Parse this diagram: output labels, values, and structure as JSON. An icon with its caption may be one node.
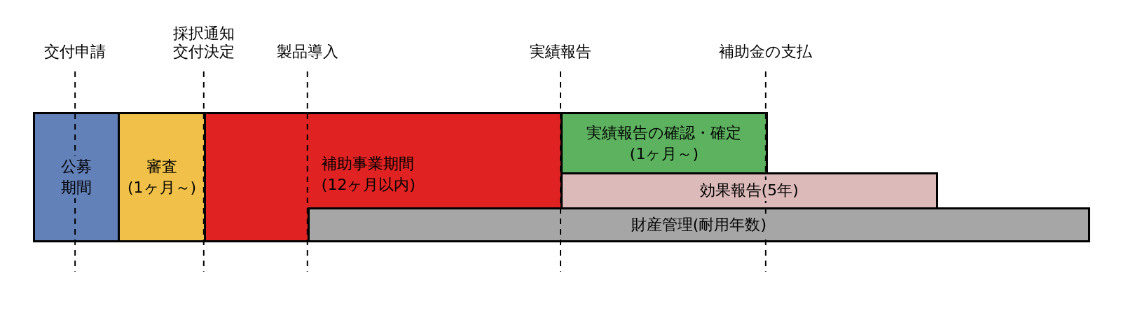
{
  "diagram": {
    "nodes": [
      {
        "text": [
          "公募期間"
        ]
      },
      {
        "text": [
          "審査",
          "(1ヶ月～)"
        ]
      },
      {
        "text": [
          "補助事業期間",
          "(12ヶ月以内)"
        ]
      },
      {
        "text": [
          "実績報告の確認・確定",
          "(1ヶ月～)"
        ]
      },
      {
        "text": [
          "効果報告(5年)"
        ]
      },
      {
        "text": [
          "財産管理(耐用年数)"
        ]
      },
      {
        "text": [],
        "shape": "bar"
      }
    ],
    "labels": [
      "交付申請",
      "採択通知交付決定",
      "製品導入",
      "実績報告",
      "補助金の支払"
    ]
  }
}
